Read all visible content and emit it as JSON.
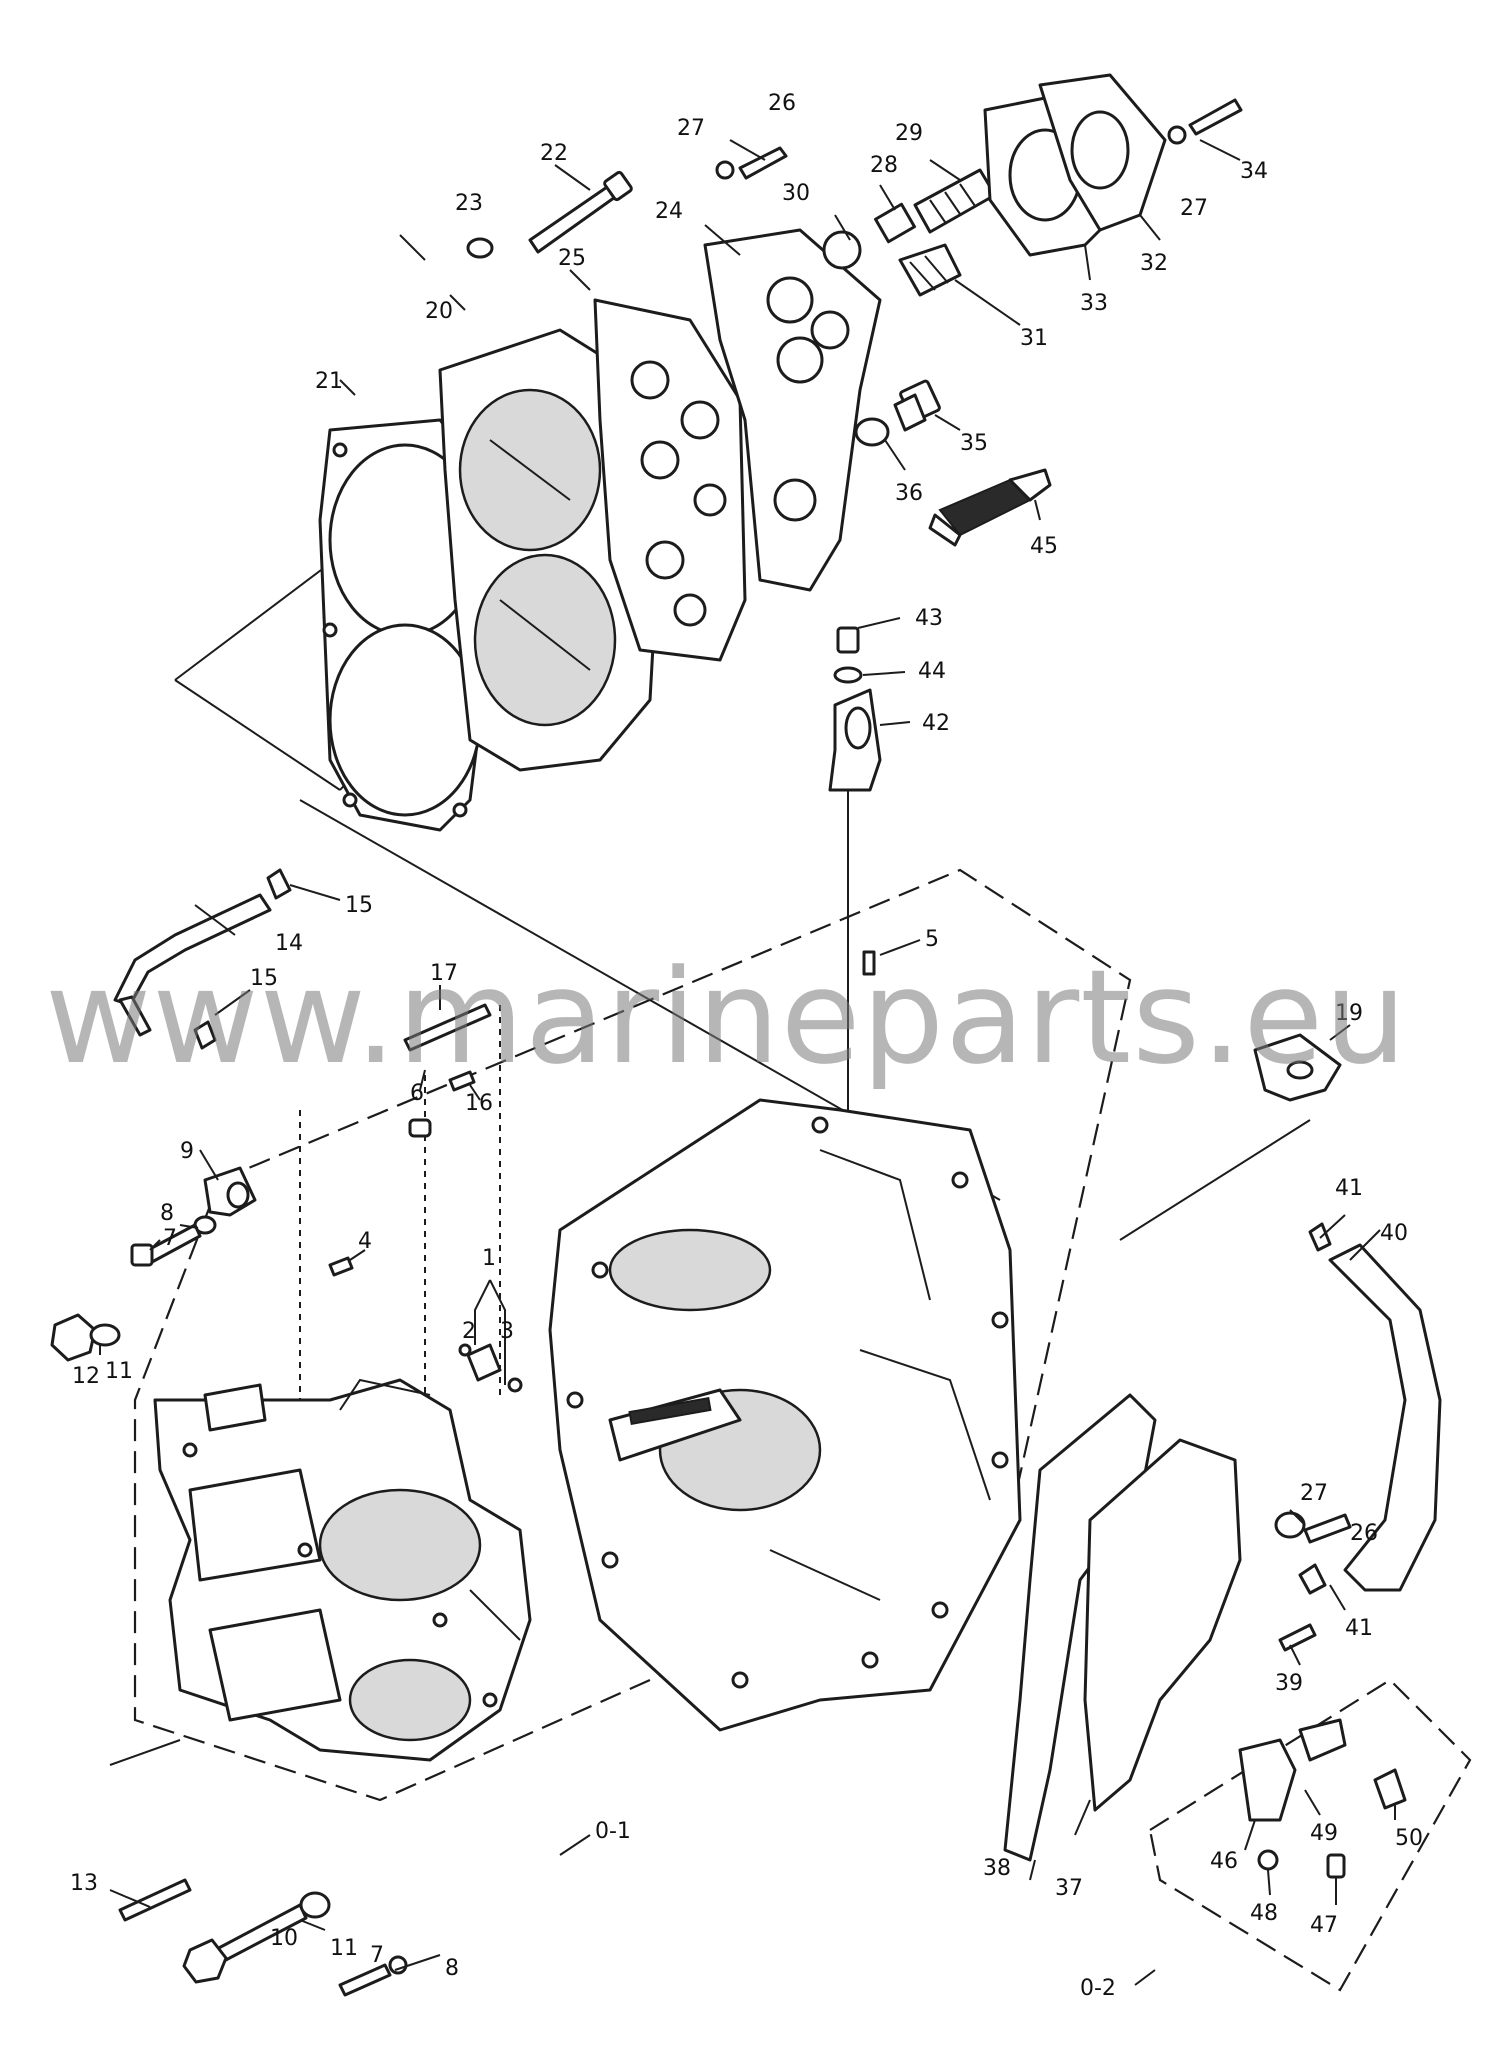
{
  "watermark": "www.marineparts.eu",
  "callouts": {
    "c1": "1",
    "c2": "2",
    "c3": "3",
    "c4": "4",
    "c5": "5",
    "c6": "6",
    "c7a": "7",
    "c7b": "7",
    "c8a": "8",
    "c8b": "8",
    "c9": "9",
    "c10": "10",
    "c11a": "11",
    "c11b": "11",
    "c12": "12",
    "c13": "13",
    "c14": "14",
    "c15a": "15",
    "c15b": "15",
    "c16": "16",
    "c17": "17",
    "c19": "19",
    "c20": "20",
    "c21": "21",
    "c22": "22",
    "c23": "23",
    "c24": "24",
    "c25": "25",
    "c26a": "26",
    "c26b": "26",
    "c27a": "27",
    "c27b": "27",
    "c27c": "27",
    "c28": "28",
    "c29": "29",
    "c30": "30",
    "c31": "31",
    "c32": "32",
    "c33": "33",
    "c34": "34",
    "c35": "35",
    "c36": "36",
    "c37": "37",
    "c38a": "38",
    "c38b": "39",
    "c40": "40",
    "c41a": "41",
    "c41b": "41",
    "c42": "42",
    "c43": "43",
    "c44": "44",
    "c45": "45",
    "c46": "46",
    "c47": "47",
    "c48": "48",
    "c49": "49",
    "c50": "50",
    "g1": "0-1",
    "g2": "0-2"
  }
}
